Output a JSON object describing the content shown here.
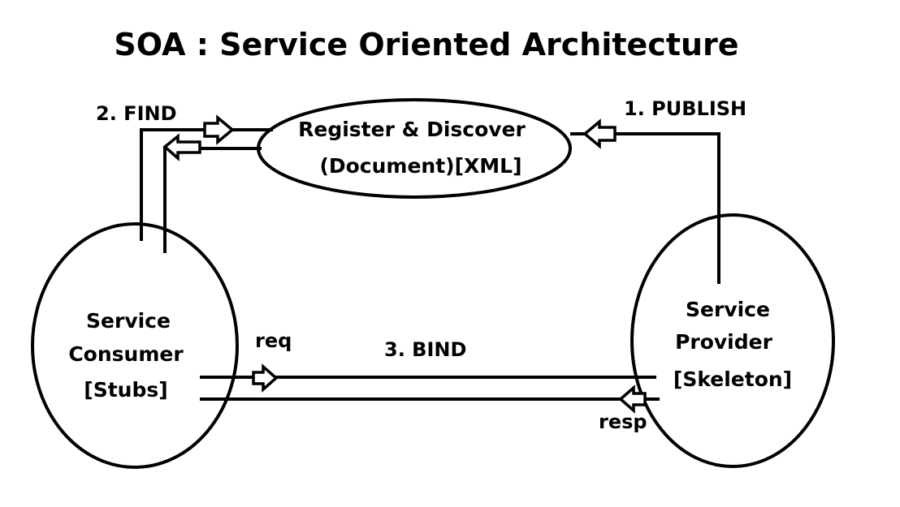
{
  "title": "SOA : Service Oriented Architecture",
  "registry": {
    "line1": "Register & Discover",
    "line2": "(Document)[XML]"
  },
  "consumer": {
    "line1": "Service",
    "line2": "Consumer",
    "line3": "[Stubs]"
  },
  "provider": {
    "line1": "Service",
    "line2": "Provider",
    "line3": "[Skeleton]"
  },
  "steps": {
    "publish": "1. PUBLISH",
    "find": "2. FIND",
    "bind": "3. BIND"
  },
  "messages": {
    "request": "req",
    "response": "resp"
  }
}
